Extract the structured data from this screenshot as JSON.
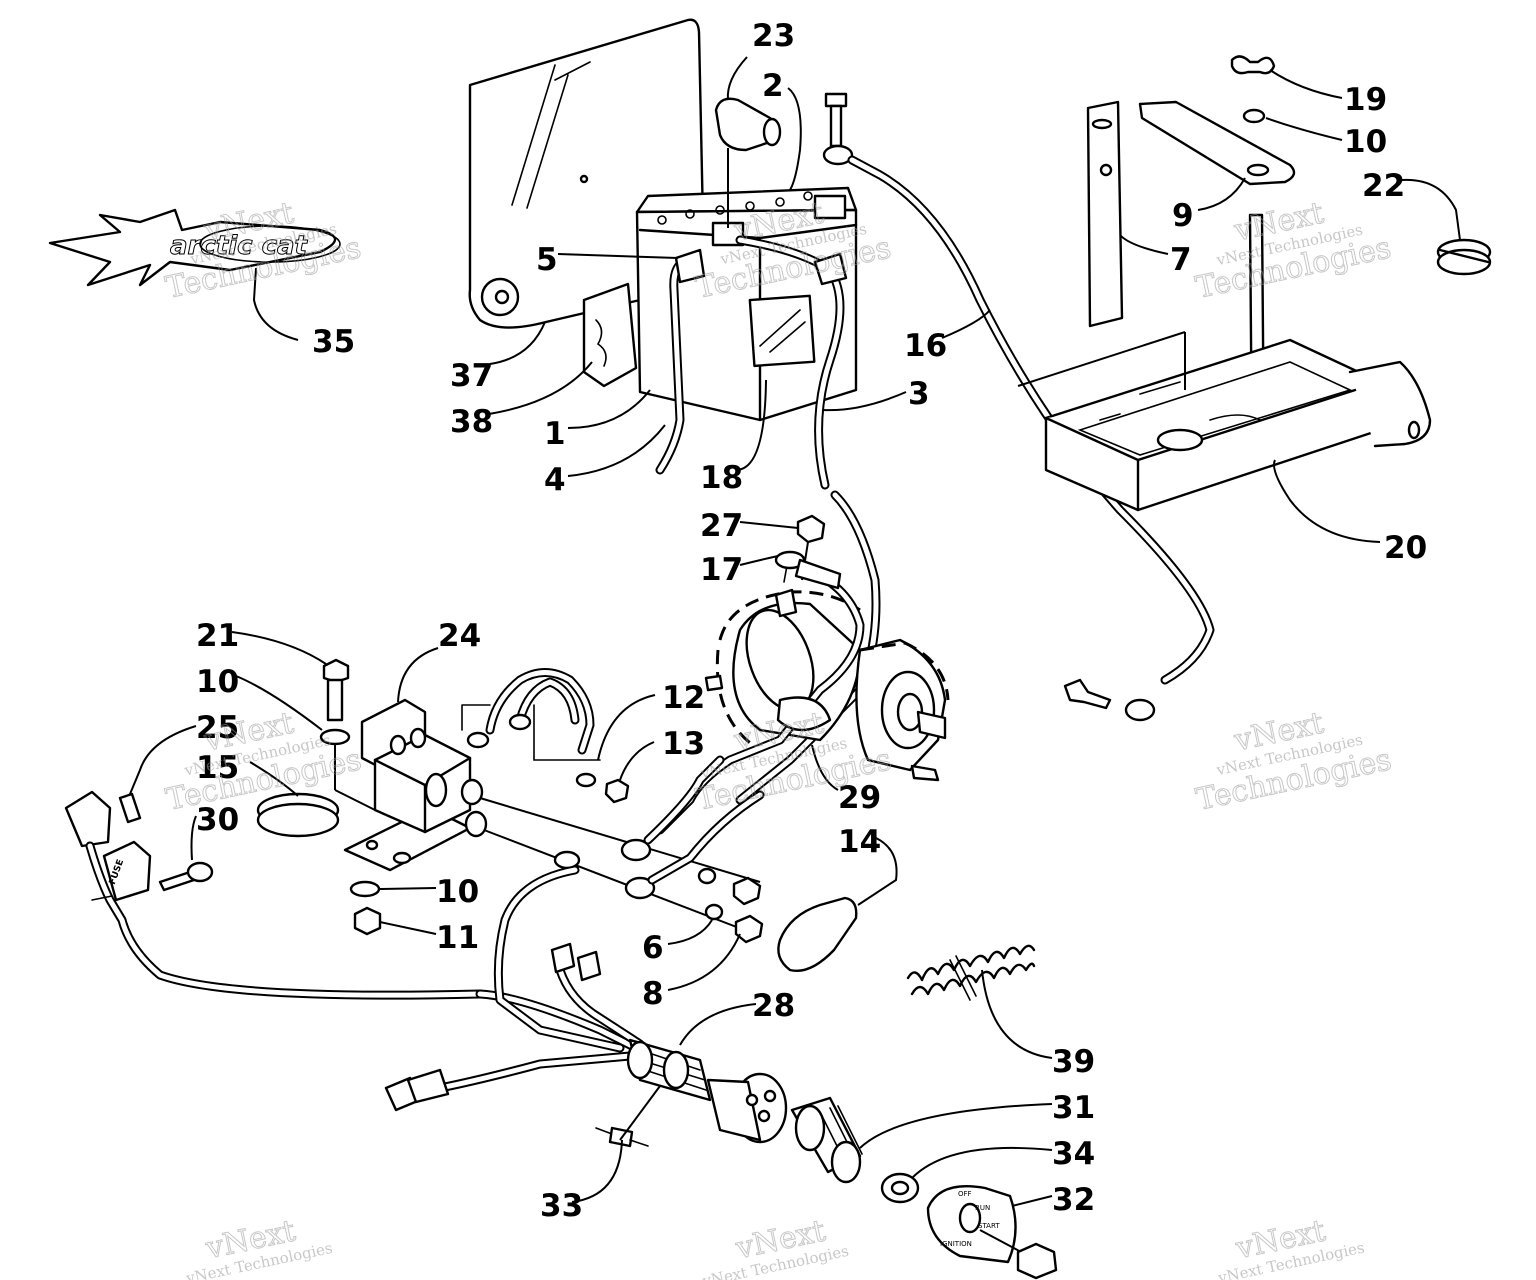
{
  "diagram": {
    "callouts": [
      "23",
      "2",
      "19",
      "10",
      "22",
      "5",
      "9",
      "7",
      "35",
      "16",
      "37",
      "38",
      "1",
      "3",
      "4",
      "18",
      "20",
      "27",
      "17",
      "21",
      "24",
      "10",
      "12",
      "13",
      "25",
      "15",
      "30",
      "29",
      "14",
      "10",
      "11",
      "6",
      "8",
      "28",
      "39",
      "31",
      "34",
      "33",
      "32"
    ],
    "watermark": {
      "company": "vNext Technologies",
      "line1": "vNext",
      "line2": "Technologies"
    },
    "fuse_label": "FUSE",
    "switch_plate": {
      "off": "OFF",
      "run": "RUN",
      "start": "START",
      "ignition": "IGNITION"
    },
    "colors": {
      "line": "#000000",
      "watermark": "#9a9a9a",
      "background": "#ffffff"
    }
  }
}
